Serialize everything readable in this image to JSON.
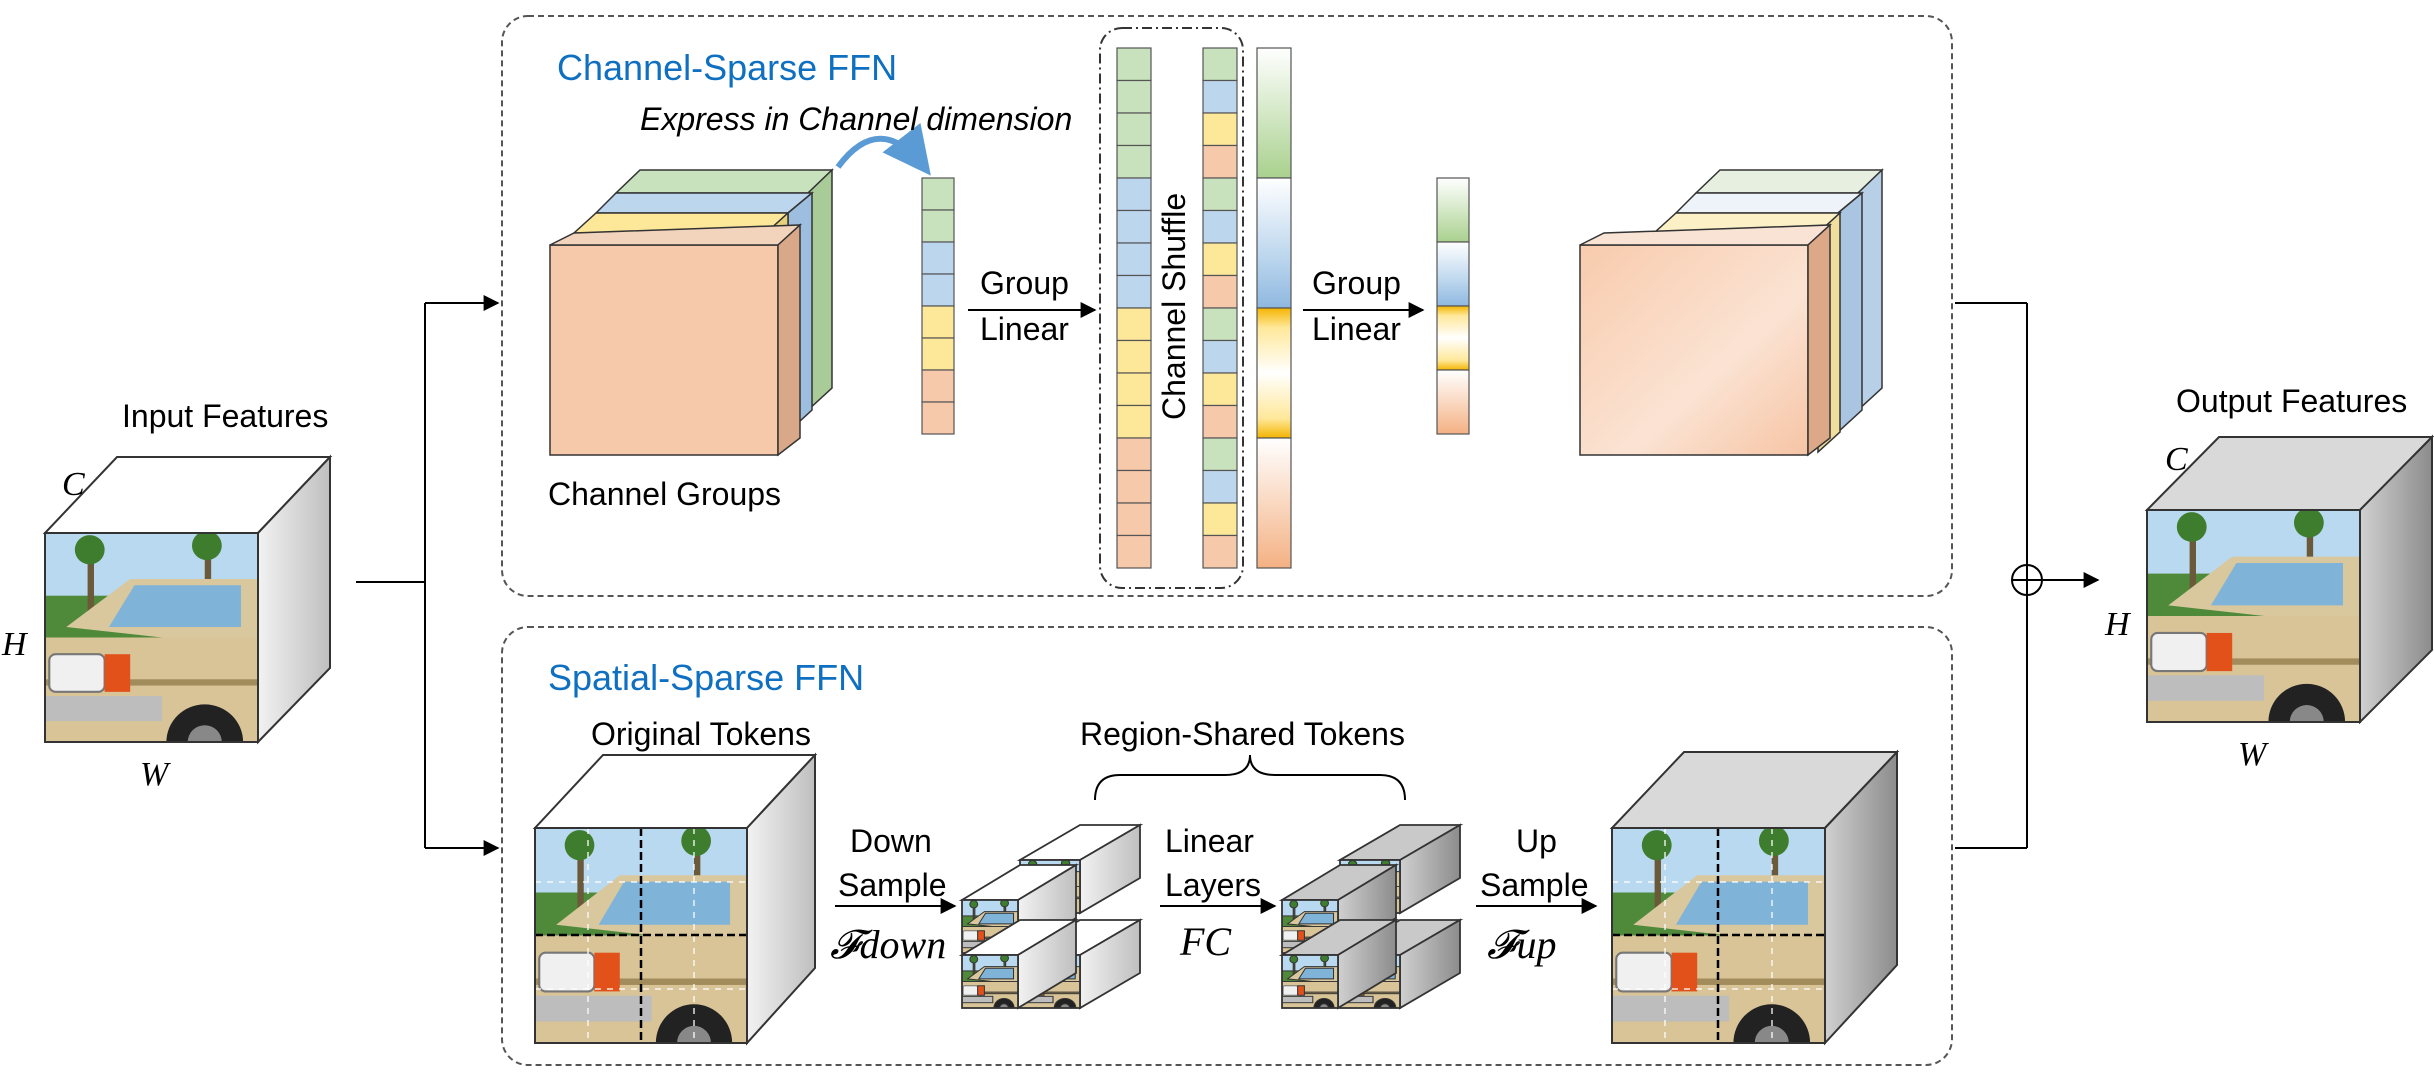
{
  "channel_panel": {
    "title": "Channel-Sparse FFN",
    "express_caption": "Express in Channel dimension",
    "channel_groups_label": "Channel Groups",
    "group_linear_1": [
      "Group",
      "Linear"
    ],
    "shuffle_label": "Channel Shuffle",
    "group_linear_2": [
      "Group",
      "Linear"
    ]
  },
  "spatial_panel": {
    "title": "Spatial-Sparse FFN",
    "original_tokens_label": "Original Tokens",
    "region_shared_label": "Region-Shared Tokens",
    "down_sample": [
      "Down",
      "Sample"
    ],
    "f_down": "𝓕down",
    "linear_layers": [
      "Linear",
      "Layers"
    ],
    "fc": "FC",
    "up_sample": [
      "Up",
      "Sample"
    ],
    "f_up": "𝓕up"
  },
  "input": {
    "label": "Input Features",
    "c": "C",
    "h": "H",
    "w": "W"
  },
  "output": {
    "label": "Output Features",
    "c": "C",
    "h": "H",
    "w": "W"
  },
  "colors": {
    "green": "#c9e2be",
    "blue": "#bcd6ee",
    "yellow": "#fde89a",
    "peach": "#f7c9ab",
    "title_blue": "#0f6fc0"
  },
  "icons": {
    "sum": "circled-plus-icon",
    "curve": "curved-arrow-icon"
  }
}
